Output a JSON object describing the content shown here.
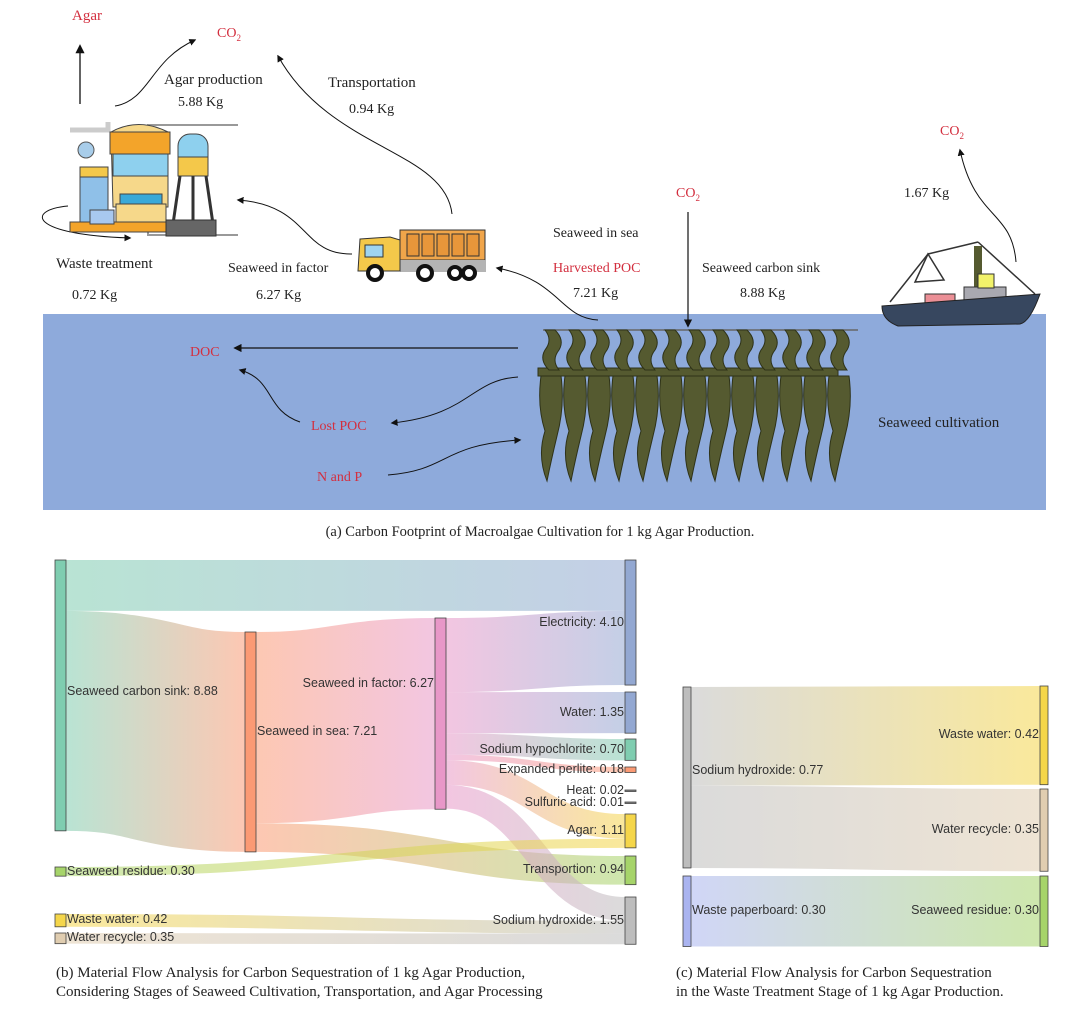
{
  "panel_a": {
    "labels": {
      "agar": "Agar",
      "co2": "CO",
      "co2_sub": "2",
      "agar_production": "Agar production",
      "agar_production_value": "5.88 Kg",
      "transportation": "Transportation",
      "transportation_value": "0.94 Kg",
      "waste_treatment": "Waste treatment",
      "waste_treatment_value": "0.72 Kg",
      "seaweed_in_factor": "Seaweed in factor",
      "seaweed_in_factor_value": "6.27 Kg",
      "seaweed_in_sea": "Seaweed in sea",
      "harvested_poc": "Harvested POC",
      "harvested_poc_value": "7.21 Kg",
      "seaweed_carbon_sink": "Seaweed carbon sink",
      "seaweed_carbon_sink_value": "8.88 Kg",
      "boat_value": "1.67 Kg",
      "doc": "DOC",
      "lost_poc": "Lost POC",
      "n_and_p": "N and P",
      "seaweed_cultivation": "Seaweed cultivation"
    },
    "caption": "(a) Carbon Footprint of Macroalgae Cultivation for 1 kg Agar Production.",
    "colors": {
      "sea": "#8eaadb",
      "red_text": "#d32f3f",
      "seaweed": "#555a30"
    }
  },
  "chart_data": [
    {
      "type": "sankey",
      "title": "(b) Material Flow Analysis for Carbon Sequestration of 1 kg Agar Production, Considering Stages of Seaweed Cultivation, Transportation, and Agar Processing",
      "nodes": [
        {
          "id": "sink",
          "label": "Seaweed carbon sink: 8.88",
          "value": 8.88,
          "color": "#7fcdb0"
        },
        {
          "id": "residue",
          "label": "Seaweed residue: 0.30",
          "value": 0.3,
          "color": "#a6d46a"
        },
        {
          "id": "wastewater",
          "label": "Waste water: 0.42",
          "value": 0.42,
          "color": "#f5d64a"
        },
        {
          "id": "recycle",
          "label": "Water recycle: 0.35",
          "value": 0.35,
          "color": "#e0cdb0"
        },
        {
          "id": "sea",
          "label": "Seaweed in sea: 7.21",
          "value": 7.21,
          "color": "#fb9a74"
        },
        {
          "id": "factor",
          "label": "Seaweed in factor: 6.27",
          "value": 6.27,
          "color": "#e897c8"
        },
        {
          "id": "electricity",
          "label": "Electricity: 4.10",
          "value": 4.1,
          "color": "#93a8d2"
        },
        {
          "id": "water",
          "label": "Water: 1.35",
          "value": 1.35,
          "color": "#93a8d2"
        },
        {
          "id": "hypochlorite",
          "label": "Sodium hypochlorite: 0.70",
          "value": 0.7,
          "color": "#7fcdb0"
        },
        {
          "id": "perlite",
          "label": "Expanded perlite: 0.18",
          "value": 0.18,
          "color": "#fb9a74"
        },
        {
          "id": "heat",
          "label": "Heat: 0.02",
          "value": 0.02,
          "color": "#888888"
        },
        {
          "id": "sulfuric",
          "label": "Sulfuric acid: 0.01",
          "value": 0.01,
          "color": "#888888"
        },
        {
          "id": "agar",
          "label": "Agar: 1.11",
          "value": 1.11,
          "color": "#f5d64a"
        },
        {
          "id": "transport",
          "label": "Transportion: 0.94",
          "value": 0.94,
          "color": "#a6d46a"
        },
        {
          "id": "naoh",
          "label": "Sodium hydroxide: 1.55",
          "value": 1.55,
          "color": "#bdbdbd"
        }
      ],
      "links": [
        {
          "source": "sink",
          "target": "electricity",
          "value": 1.67
        },
        {
          "source": "sink",
          "target": "sea",
          "value": 7.21
        },
        {
          "source": "sea",
          "target": "factor",
          "value": 6.27
        },
        {
          "source": "sea",
          "target": "transport",
          "value": 0.94
        },
        {
          "source": "factor",
          "target": "electricity",
          "value": 2.43
        },
        {
          "source": "factor",
          "target": "water",
          "value": 1.35
        },
        {
          "source": "factor",
          "target": "hypochlorite",
          "value": 0.7
        },
        {
          "source": "factor",
          "target": "perlite",
          "value": 0.18
        },
        {
          "source": "factor",
          "target": "agar",
          "value": 0.81
        },
        {
          "source": "factor",
          "target": "naoh",
          "value": 0.78
        },
        {
          "source": "residue",
          "target": "agar",
          "value": 0.3
        },
        {
          "source": "wastewater",
          "target": "naoh",
          "value": 0.42
        },
        {
          "source": "recycle",
          "target": "naoh",
          "value": 0.35
        }
      ]
    },
    {
      "type": "sankey",
      "title": "(c) Material Flow Analysis for Carbon Sequestration in the Waste Treatment Stage of 1 kg Agar Production.",
      "nodes": [
        {
          "id": "naoh",
          "label": "Sodium hydroxide: 0.77",
          "value": 0.77,
          "color": "#bdbdbd"
        },
        {
          "id": "paper",
          "label": "Waste paperboard: 0.30",
          "value": 0.3,
          "color": "#aab4f0"
        },
        {
          "id": "wastewater",
          "label": "Waste water: 0.42",
          "value": 0.42,
          "color": "#f5d64a"
        },
        {
          "id": "recycle",
          "label": "Water recycle: 0.35",
          "value": 0.35,
          "color": "#e0cdb0"
        },
        {
          "id": "residue",
          "label": "Seaweed residue: 0.30",
          "value": 0.3,
          "color": "#a6d46a"
        }
      ],
      "links": [
        {
          "source": "naoh",
          "target": "wastewater",
          "value": 0.42
        },
        {
          "source": "naoh",
          "target": "recycle",
          "value": 0.35
        },
        {
          "source": "paper",
          "target": "residue",
          "value": 0.3
        }
      ]
    }
  ],
  "captions": {
    "b_line1": "(b) Material Flow Analysis for Carbon Sequestration of 1 kg Agar Production,",
    "b_line2": "Considering Stages of Seaweed Cultivation, Transportation, and Agar Processing",
    "c_line1": "(c) Material Flow Analysis for Carbon Sequestration",
    "c_line2": "in the Waste Treatment Stage of 1 kg Agar Production."
  }
}
